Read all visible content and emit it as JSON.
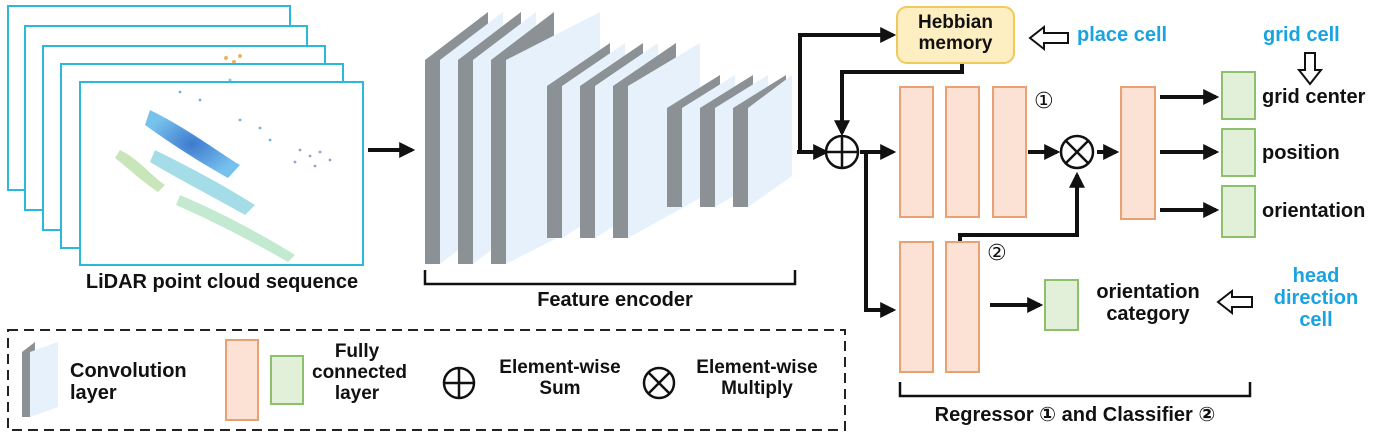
{
  "colors": {
    "conv_face": "#e6f1fb",
    "conv_side": "#8c9196",
    "fc_orange_fill": "#fbe2d4",
    "fc_orange_stroke": "#e9a173",
    "fc_green_fill": "#e2efd9",
    "fc_green_stroke": "#8dc06a",
    "memory_fill": "#fdefc2",
    "memory_stroke": "#f1c85a",
    "cell_text": "#1aa3e0",
    "frame_stroke": "#29b6d8"
  },
  "inputs": {
    "caption": "LiDAR point cloud sequence"
  },
  "encoder": {
    "caption": "Feature encoder"
  },
  "memory": {
    "label": "Hebbian\nmemory",
    "place_cell": "place cell"
  },
  "head": {
    "grid_cell": "grid cell",
    "marker_1": "①",
    "marker_2": "②",
    "outputs": [
      "grid center",
      "position",
      "orientation"
    ],
    "classifier_output": "orientation\ncategory",
    "head_direction_cell": "head\ndirection\ncell",
    "caption": "Regressor ① and Classifier ②"
  },
  "legend": {
    "conv_label": "Convolution\nlayer",
    "fc_label": "Fully\nconnected\nlayer",
    "sum_label": "Element-wise\nSum",
    "mul_label": "Element-wise\nMultiply"
  }
}
